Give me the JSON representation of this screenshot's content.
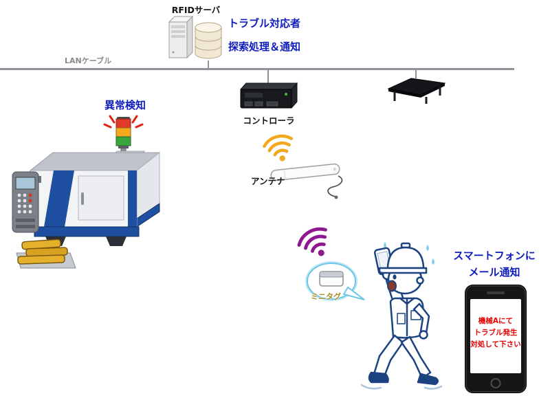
{
  "diagram": {
    "server": {
      "label": "RFIDサーバ"
    },
    "responder": {
      "line1": "トラブル対応者",
      "line2": "探索処理＆通知"
    },
    "lan": {
      "label": "LANケーブル"
    },
    "anomaly": {
      "label": "異常検知"
    },
    "controller": {
      "label": "コントローラ"
    },
    "antenna": {
      "label": "アンテナ"
    },
    "minitag": {
      "label": "ミニタグ"
    },
    "notify": {
      "line1": "スマートフォンに",
      "line2": "メール通知"
    },
    "phone_message": {
      "line1": "機械Aにて",
      "line2": "トラブル発生",
      "line3": "対処して下さい"
    }
  },
  "icons": {
    "server": "tower-server-with-database-stack",
    "controller": "rfid-controller-black-box",
    "access_point": "wireless-access-point",
    "machine": "cnc-machine",
    "signal_tower": "red-amber-green-stack-light",
    "parts_bin": "gold-parts-tray",
    "wifi_orange": "wireless-signal-orange",
    "wifi_purple": "wireless-signal-purple",
    "antenna": "rfid-antenna-bar-with-cable",
    "mini_tag": "rfid-mini-tag-in-speech-bubble",
    "worker": "alarmed-worker-holding-smartphone",
    "smartphone": "smartphone-notification"
  },
  "colors": {
    "accent_blue": "#0e1cbe",
    "alert_red": "#e02213",
    "phone_text_red": "#e80000",
    "wifi_orange": "#f2a71f",
    "wifi_purple": "#8e188e",
    "machine_blue": "#1e4fa0",
    "lan_gray": "#8a8a8a",
    "minitag_gold": "#ad8b25"
  }
}
